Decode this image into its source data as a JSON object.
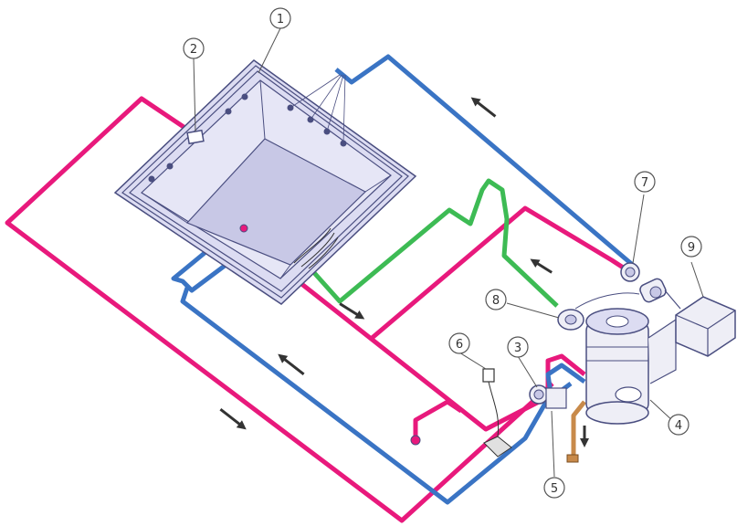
{
  "colors": {
    "pink_pipe": "#e8197c",
    "blue_pipe": "#3a74c4",
    "green_pipe": "#3dbb54",
    "brown_pipe": "#c88a4a",
    "outline": "#4a4e80",
    "tub_fill": "#dcdcf2",
    "equipment_fill": "#eeeef6",
    "arrow": "#333333"
  },
  "callouts": [
    {
      "id": "callout-1",
      "label": "1"
    },
    {
      "id": "callout-2",
      "label": "2"
    },
    {
      "id": "callout-3",
      "label": "3"
    },
    {
      "id": "callout-4",
      "label": "4"
    },
    {
      "id": "callout-5",
      "label": "5"
    },
    {
      "id": "callout-6",
      "label": "6"
    },
    {
      "id": "callout-7",
      "label": "7"
    },
    {
      "id": "callout-8",
      "label": "8"
    },
    {
      "id": "callout-9",
      "label": "9"
    }
  ]
}
